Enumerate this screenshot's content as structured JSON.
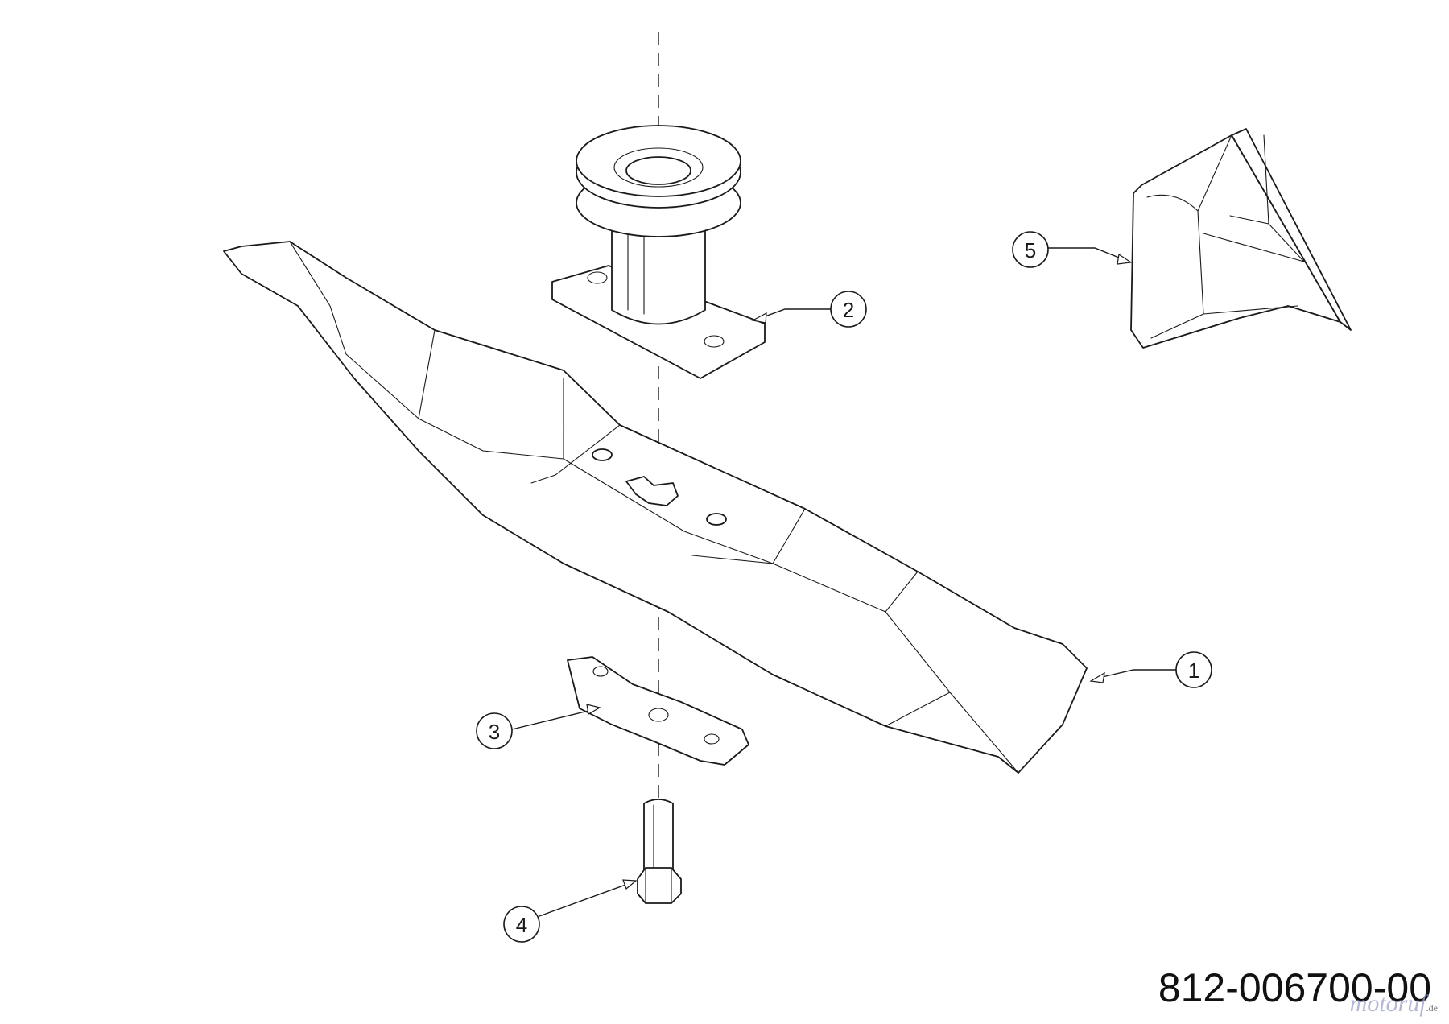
{
  "diagram": {
    "drawing_number": "812-006700-00",
    "watermark": {
      "name": "motoruf",
      "tld": ".de"
    },
    "callouts": [
      {
        "id": "1",
        "label": "1"
      },
      {
        "id": "2",
        "label": "2"
      },
      {
        "id": "3",
        "label": "3"
      },
      {
        "id": "4",
        "label": "4"
      },
      {
        "id": "5",
        "label": "5"
      }
    ]
  }
}
